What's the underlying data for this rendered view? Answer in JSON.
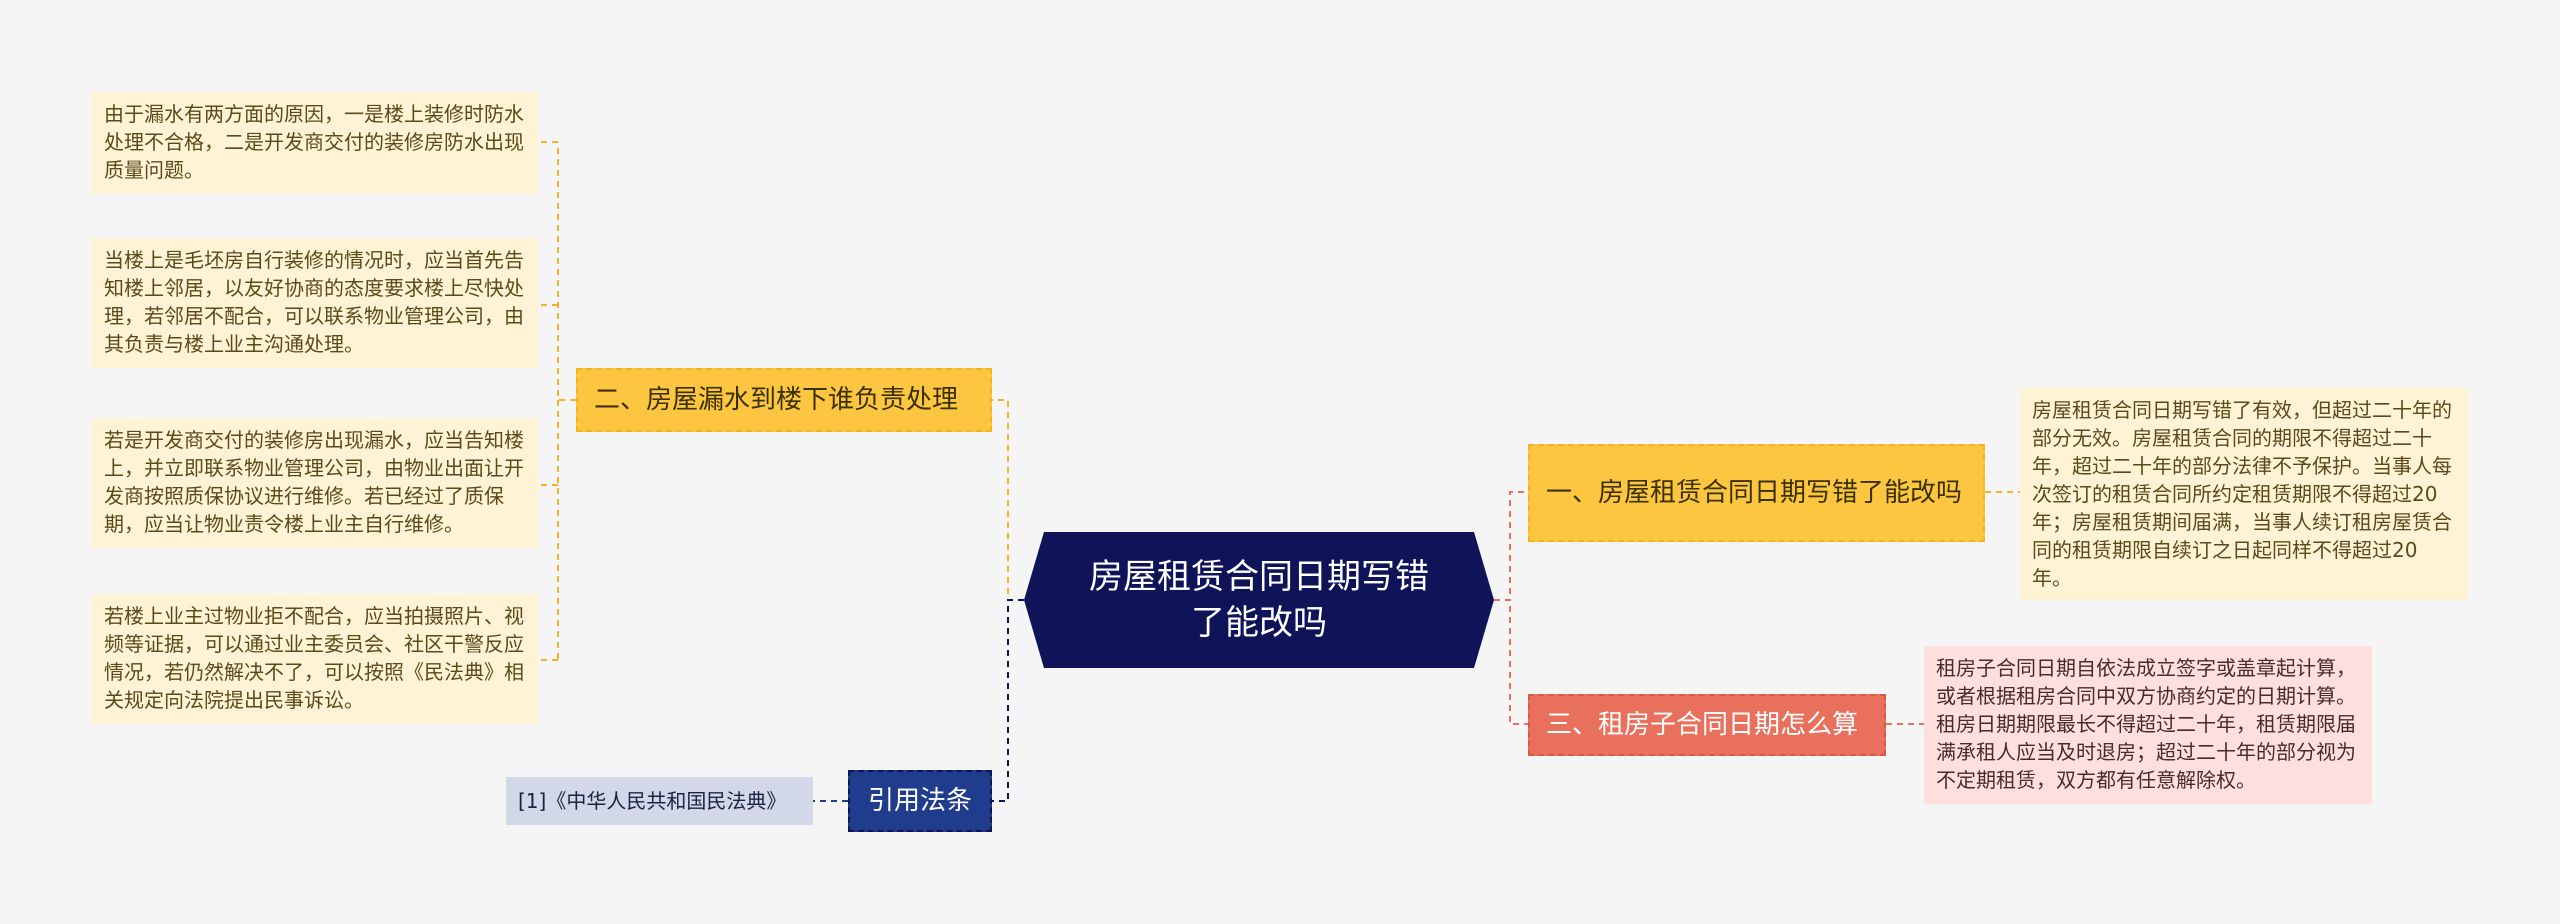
{
  "center": {
    "title": "房屋租赁合同日期写错了能改吗"
  },
  "branches": {
    "b1": {
      "label": "一、房屋租赁合同日期写错了能改吗",
      "leaf": "房屋租赁合同日期写错了有效，但超过二十年的部分无效。房屋租赁合同的期限不得超过二十年，超过二十年的部分法律不予保护。当事人每次签订的租赁合同所约定租赁期限不得超过20年；房屋租赁期间届满，当事人续订租房屋赁合同的租赁期限自续订之日起同样不得超过20年。"
    },
    "b2": {
      "label": "二、房屋漏水到楼下谁负责处理",
      "leaves": [
        "由于漏水有两方面的原因，一是楼上装修时防水处理不合格，二是开发商交付的装修房防水出现质量问题。",
        "当楼上是毛坯房自行装修的情况时，应当首先告知楼上邻居，以友好协商的态度要求楼上尽快处理，若邻居不配合，可以联系物业管理公司，由其负责与楼上业主沟通处理。",
        "若是开发商交付的装修房出现漏水，应当告知楼上，并立即联系物业管理公司，由物业出面让开发商按照质保协议进行维修。若已经过了质保期，应当让物业责令楼上业主自行维修。",
        "若楼上业主过物业拒不配合，应当拍摄照片、视频等证据，可以通过业主委员会、社区干警反应情况，若仍然解决不了，可以按照《民法典》相关规定向法院提出民事诉讼。"
      ]
    },
    "b3": {
      "label": "三、租房子合同日期怎么算",
      "leaf": "租房子合同日期自依法成立签字或盖章起计算，或者根据租房合同中双方协商约定的日期计算。租房日期期限最长不得超过二十年，租赁期限届满承租人应当及时退房；超过二十年的部分视为不定期租赁，双方都有任意解除权。"
    },
    "b4": {
      "label": "引用法条",
      "leaf": "[1]《中华人民共和国民法典》"
    }
  },
  "colors": {
    "center": "#0f1357",
    "yellow": "#fcc640",
    "red": "#e8705c",
    "navy": "#1f3d8c",
    "leaf_yellow": "#fff3d6",
    "leaf_pink": "#fde0dd",
    "leaf_gray": "#d3d8e8"
  }
}
